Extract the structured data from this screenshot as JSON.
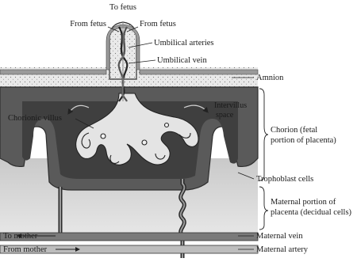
{
  "labels": {
    "to_fetus": "To fetus",
    "from_fetus_left": "From fetus",
    "from_fetus_right": "From fetus",
    "umbilical_arteries": "Umbilical arteries",
    "umbilical_vein": "Umbilical vein",
    "amnion": "Amnion",
    "chorionic_villus": "Chorionic villus",
    "intervillus_space_line1": "Intervillus",
    "intervillus_space_line2": "space",
    "chorion_line1": "Chorion (fetal",
    "chorion_line2": "portion of placenta)",
    "trophoblast_cells": "Trophoblast cells",
    "maternal_portion_line1": "Maternal portion of",
    "maternal_portion_line2": "placenta (decidual cells)",
    "maternal_vein": "Maternal vein",
    "maternal_artery": "Maternal artery",
    "to_mother": "To mother",
    "from_mother": "From mother"
  }
}
